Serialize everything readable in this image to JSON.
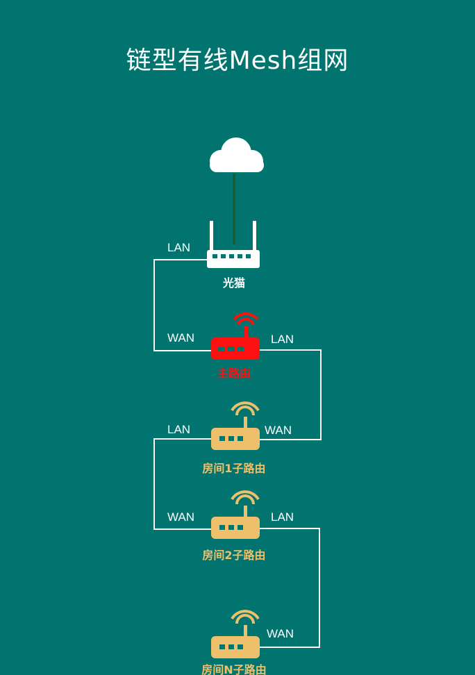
{
  "title": "链型有线Mesh组网",
  "devices": {
    "modem": {
      "label": "光猫",
      "color": "#ffffff"
    },
    "main_router": {
      "label": "主路由",
      "color": "#ff1010"
    },
    "room1": {
      "label": "房间1子路由",
      "color": "#efc06b"
    },
    "room2": {
      "label": "房间2子路由",
      "color": "#efc06b"
    },
    "roomN": {
      "label": "房间N子路由",
      "color": "#efc06b"
    }
  },
  "ports": {
    "lan": "LAN",
    "wan": "WAN"
  },
  "colors": {
    "background": "#02746f",
    "cable": "#ffffff",
    "uplink": "#1a5a2a"
  }
}
